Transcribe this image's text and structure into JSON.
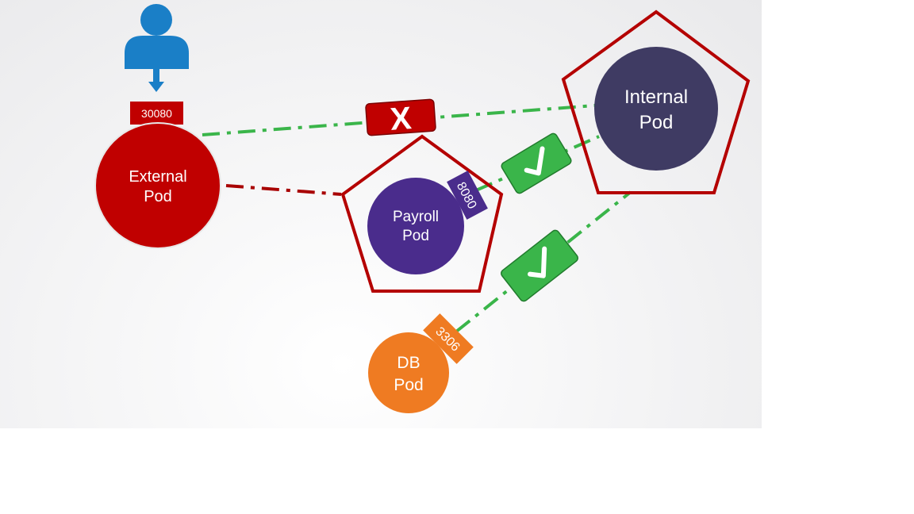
{
  "nodes": {
    "external_pod": {
      "line1": "External",
      "line2": "Pod",
      "color": "#c00000"
    },
    "payroll_pod": {
      "line1": "Payroll",
      "line2": "Pod",
      "color": "#4a2c8c"
    },
    "internal_pod": {
      "line1": "Internal",
      "line2": "Pod",
      "color": "#3f3b63"
    },
    "db_pod": {
      "line1": "DB",
      "line2": "Pod",
      "color": "#ef7b22"
    }
  },
  "ports": {
    "external": "30080",
    "payroll": "8080",
    "db": "3306"
  },
  "badges": {
    "deny_symbol": "X",
    "deny_color": "#c00000",
    "allow_color": "#3ab54a"
  },
  "colors": {
    "policy_border": "#b40000",
    "user_icon": "#1a7fc7",
    "denied_line": "#a80000",
    "allowed_line": "#3ab54a"
  }
}
